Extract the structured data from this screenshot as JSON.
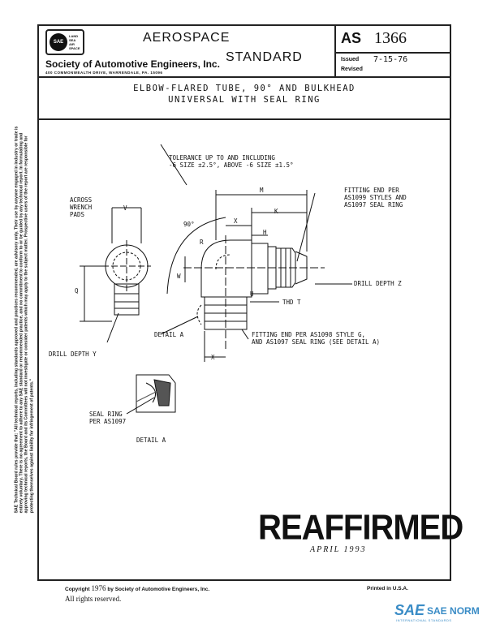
{
  "header": {
    "logo_text": "SAE",
    "logo_lines": [
      "LAND",
      "SEA",
      "AIR",
      "SPACE"
    ],
    "title_line1": "AEROSPACE",
    "title_line2": "STANDARD",
    "society": "Society of Automotive Engineers, Inc.",
    "address": "400 COMMONWEALTH DRIVE, WARRENDALE, PA. 15096",
    "as_prefix": "AS",
    "as_number": "1366",
    "issued_label": "Issued",
    "issued_date": "7-15-76",
    "revised_label": "Revised"
  },
  "subtitle": {
    "line1": "ELBOW-FLARED TUBE, 90° AND BULKHEAD",
    "line2": "UNIVERSAL WITH SEAL RING"
  },
  "drawing": {
    "tolerance": "TOLERANCE UP TO AND INCLUDING\n-6 SIZE ±2.5°, ABOVE -6 SIZE ±1.5°",
    "across_wrench": "ACROSS\nWRENCH\nPADS",
    "v": "V",
    "angle": "90°",
    "m": "M",
    "k": "K",
    "x": "X",
    "h": "H",
    "r": "R",
    "w": "W",
    "u": "U",
    "q": "Q",
    "fitting_end_1": "FITTING END PER\nAS1099 STYLES AND\nAS1097 SEAL RING",
    "drill_depth_z": "DRILL DEPTH Z",
    "thd_t": "THD T",
    "detail_a_ref": "DETAIL A",
    "fitting_end_2": "FITTING END PER AS1098 STYLE G,\nAND AS1097 SEAL RING (SEE DETAIL A)",
    "drill_depth_y": "DRILL DEPTH Y",
    "seal_ring": "SEAL RING\nPER AS1097",
    "detail_a": "DETAIL A"
  },
  "side_notice": "SAE Technical Board rules provide that: \"All technical reports, including standards approved and practices recommended, are advisory only. Their use by anyone engaged in industry or trade is entirely voluntary. There is no agreement to adhere to any SAE standard or recommended practice, and no commitment to conform to or be guided by any technical report. In formulating and approving technical reports, the Board and its Committees will not investigate or consider patents which may apply to the subject matter. Prospective users of the report are responsible for protecting themselves against liability for infringement of patents.\"",
  "stamp": {
    "text": "REAFFIRMED",
    "date": "APRIL 1993"
  },
  "footer": {
    "copyright_prefix": "Copyright",
    "copyright_year": "1976",
    "copyright_suffix": "by Society of Automotive Engineers, Inc.",
    "rights": "All rights reserved.",
    "printed": "Printed in U.S.A."
  },
  "brand": {
    "mark": "SAE",
    "name": "SAE NORM",
    "sub": "INTERNATIONAL    STANDARDS"
  }
}
